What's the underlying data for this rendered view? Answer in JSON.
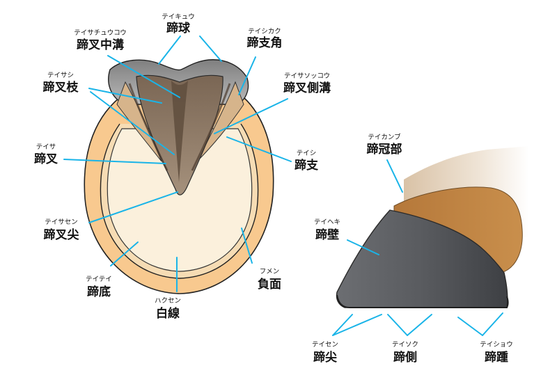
{
  "labels": {
    "kyu": {
      "ruby": "テイキュウ",
      "term": "蹄球"
    },
    "chuko": {
      "ruby": "テイサチュウコウ",
      "term": "蹄叉中溝"
    },
    "shikaku": {
      "ruby": "テイシカク",
      "term": "蹄支角"
    },
    "sashi": {
      "ruby": "テイサシ",
      "term": "蹄叉枝"
    },
    "sokko": {
      "ruby": "テイサソッコウ",
      "term": "蹄叉側溝"
    },
    "sa": {
      "ruby": "テイサ",
      "term": "蹄叉"
    },
    "shi": {
      "ruby": "テイシ",
      "term": "蹄支"
    },
    "sasen": {
      "ruby": "テイサセン",
      "term": "蹄叉尖"
    },
    "tei": {
      "ruby": "テイテイ",
      "term": "蹄底"
    },
    "hakusen": {
      "ruby": "ハクセン",
      "term": "白線"
    },
    "fumen": {
      "ruby": "フメン",
      "term": "負面"
    },
    "kanbu": {
      "ruby": "テイカンブ",
      "term": "蹄冠部"
    },
    "heki": {
      "ruby": "テイヘキ",
      "term": "蹄壁"
    },
    "sen": {
      "ruby": "テイセン",
      "term": "蹄尖"
    },
    "soku": {
      "ruby": "テイソク",
      "term": "蹄側"
    },
    "sho": {
      "ruby": "テイショウ",
      "term": "蹄踵"
    }
  },
  "colors": {
    "leader": "#19b4e8",
    "wall": "#f8c98f",
    "sole": "#fbf0dc",
    "frog": "#8a7562",
    "heel_bulb": "#8c8c8c",
    "hoof_side": "#55575a",
    "coronet": "#b07a3e"
  }
}
